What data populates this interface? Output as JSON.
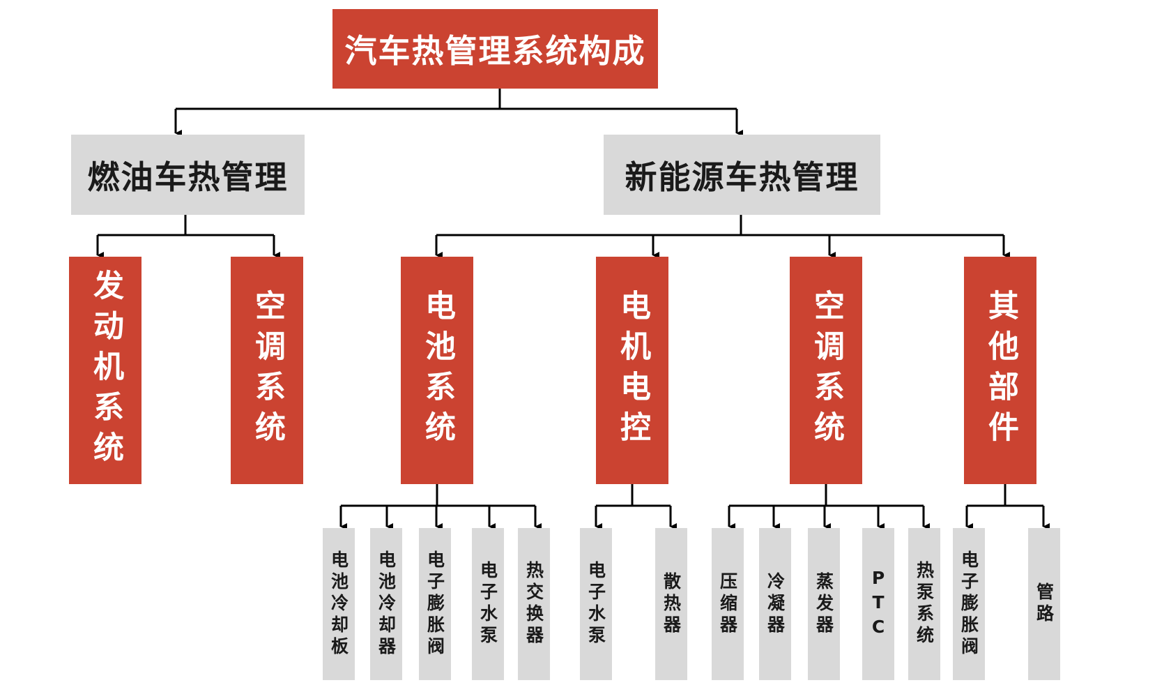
{
  "root": {
    "label": "汽车热管理系统构成"
  },
  "branches": [
    {
      "label": "燃油车热管理",
      "systems": [
        {
          "label": "发动机系统",
          "parts": []
        },
        {
          "label": "空调系统",
          "parts": []
        }
      ]
    },
    {
      "label": "新能源车热管理",
      "systems": [
        {
          "label": "电池系统",
          "parts": [
            "电池冷却板",
            "电池冷却器",
            "电子膨胀阀",
            "电子水泵",
            "热交换器"
          ]
        },
        {
          "label": "电机电控",
          "parts": [
            "电子水泵",
            "散热器"
          ]
        },
        {
          "label": "空调系统",
          "parts": [
            "压缩器",
            "冷凝器",
            "蒸发器",
            "PTC",
            "热泵系统"
          ]
        },
        {
          "label": "其他部件",
          "parts": [
            "电子膨胀阀",
            "管路"
          ]
        }
      ]
    }
  ],
  "colors": {
    "accent": "#cb4331",
    "neutral": "#d9d9d9",
    "line": "#000000"
  }
}
